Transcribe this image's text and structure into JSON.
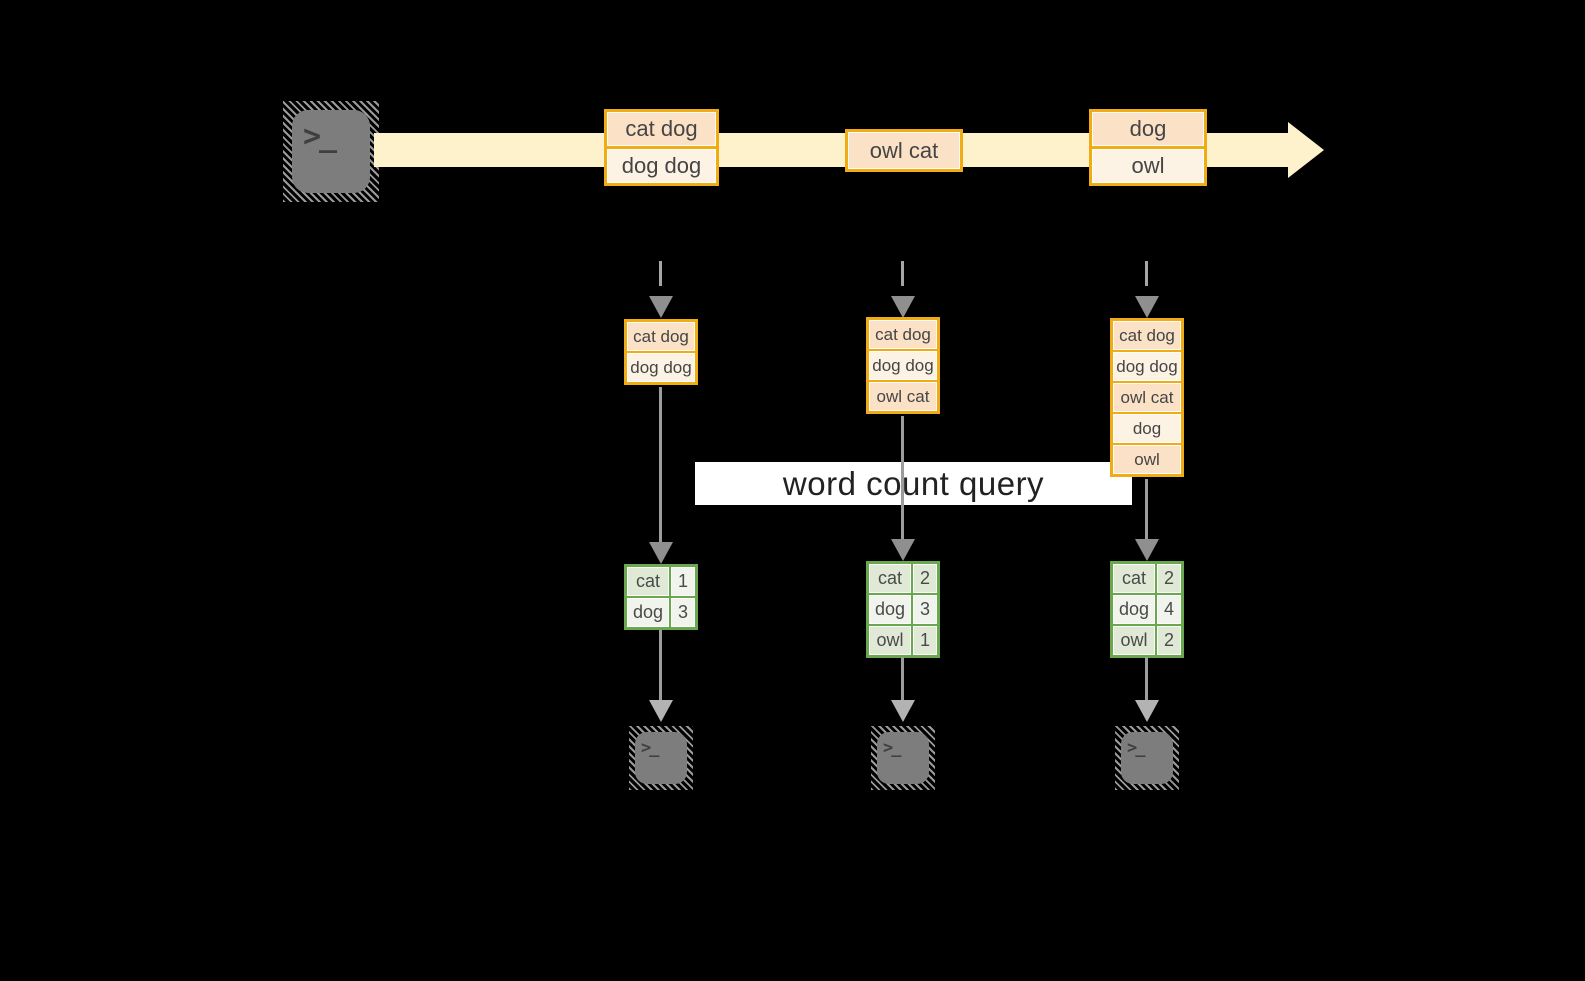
{
  "colors": {
    "bg": "#000000",
    "amber": "#f0ac14",
    "peach": "#fbe2c7",
    "cream": "#fdf3e4",
    "stream": "#fdf2cc",
    "green": "#6aa84f",
    "green-dark": "#dfe9d5",
    "green-light": "#f0f4ec",
    "grey-line": "#9c9c9c",
    "terminal-grey": "#7d7d7d",
    "banner-bg": "#ffffff"
  },
  "terminal": {
    "prompt": ">_"
  },
  "stream": {
    "batches": [
      {
        "rows": [
          "cat dog",
          "dog dog"
        ]
      },
      {
        "rows": [
          "owl cat"
        ]
      },
      {
        "rows": [
          "dog",
          "owl"
        ]
      }
    ]
  },
  "query": {
    "label": "word count query"
  },
  "columns": [
    {
      "stack": [
        "cat dog",
        "dog dog"
      ],
      "counts": [
        {
          "word": "cat",
          "count": "1"
        },
        {
          "word": "dog",
          "count": "3"
        }
      ]
    },
    {
      "stack": [
        "cat dog",
        "dog dog",
        "owl cat"
      ],
      "counts": [
        {
          "word": "cat",
          "count": "2"
        },
        {
          "word": "dog",
          "count": "3"
        },
        {
          "word": "owl",
          "count": "1"
        }
      ]
    },
    {
      "stack": [
        "cat dog",
        "dog dog",
        "owl cat",
        "dog",
        "owl"
      ],
      "counts": [
        {
          "word": "cat",
          "count": "2"
        },
        {
          "word": "dog",
          "count": "4"
        },
        {
          "word": "owl",
          "count": "2"
        }
      ]
    }
  ]
}
